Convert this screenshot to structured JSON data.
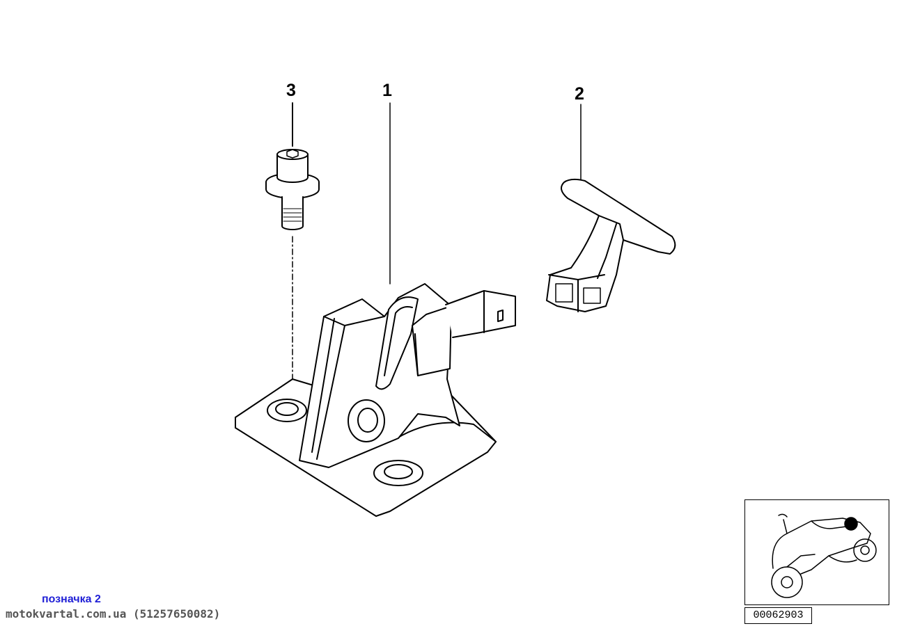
{
  "callouts": {
    "part_1": "1",
    "part_2": "2",
    "part_3": "3"
  },
  "diagram_id": "00062903",
  "note": "позначка 2",
  "site": "motokvartal.com.ua (51257650082)",
  "colors": {
    "line": "#000000",
    "note": "#1f1fd6",
    "site": "#555555",
    "marker": "#000000"
  },
  "icons": {
    "thumbnail": "motorcycle-icon",
    "location": "location-marker-icon"
  }
}
